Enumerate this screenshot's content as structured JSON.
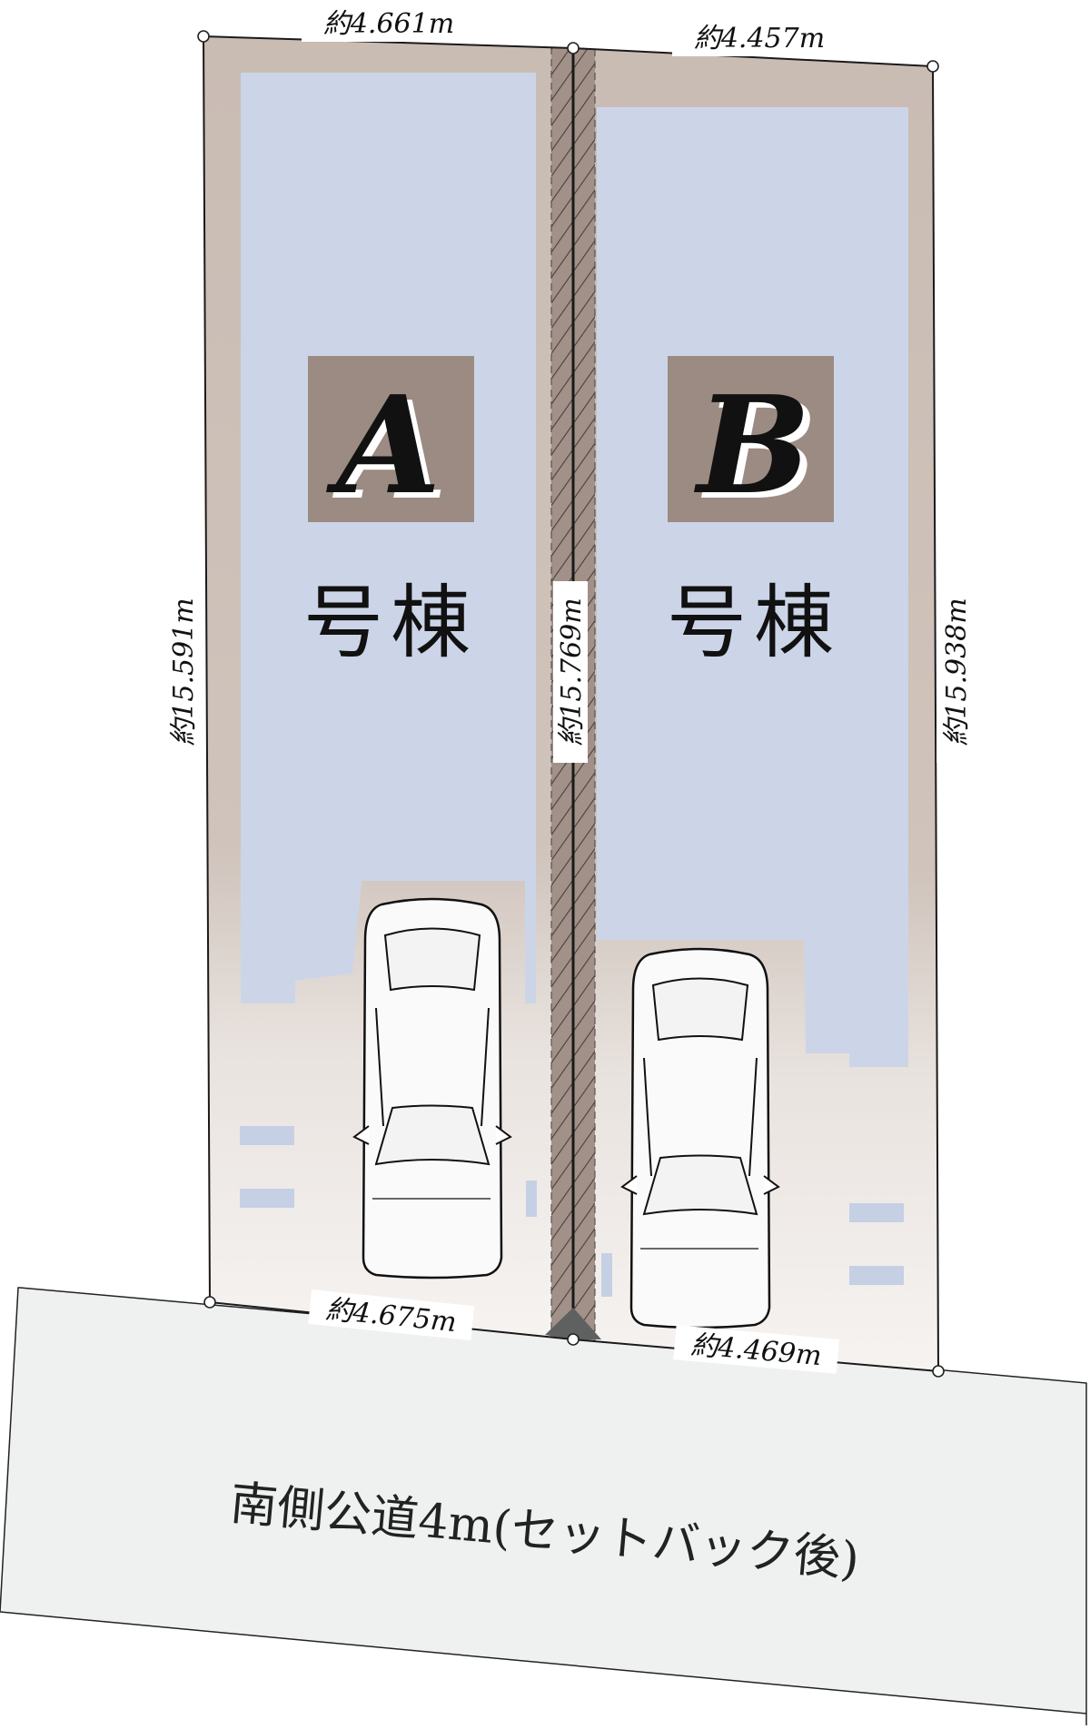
{
  "colors": {
    "frame": "#c9bcb3",
    "building": "#ccd5e8",
    "lot_fade": "#f4f1ef",
    "badge_bg": "#9b8b82",
    "divider": "#a29189",
    "road": "#eff1f1",
    "outline": "#1a1a1a"
  },
  "lots": {
    "a": {
      "letter": "A",
      "house_label": "号棟",
      "top_width": "約4.661m",
      "bottom_width": "約4.675m",
      "side_depth": "約15.591m"
    },
    "b": {
      "letter": "B",
      "house_label": "号棟",
      "top_width": "約4.457m",
      "bottom_width": "約4.469m",
      "side_depth": "約15.938m"
    },
    "shared_depth": "約15.769m"
  },
  "road": {
    "label": "南側公道4m(セットバック後)"
  },
  "icons": [
    "car-icon",
    "car-icon",
    "parking-mark-icon"
  ]
}
